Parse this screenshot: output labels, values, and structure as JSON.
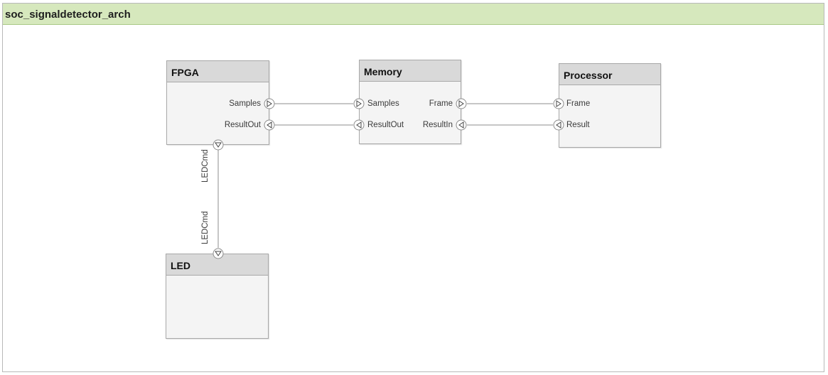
{
  "model": {
    "title": "soc_signaldetector_arch"
  },
  "components": {
    "fpga": {
      "name": "FPGA",
      "ports": {
        "samples": "Samples",
        "result_out": "ResultOut",
        "led_cmd": "LEDCmd"
      }
    },
    "memory": {
      "name": "Memory",
      "ports": {
        "samples": "Samples",
        "result_out": "ResultOut",
        "frame": "Frame",
        "result_in": "ResultIn"
      }
    },
    "processor": {
      "name": "Processor",
      "ports": {
        "frame": "Frame",
        "result": "Result"
      }
    },
    "led": {
      "name": "LED",
      "ports": {
        "led_cmd": "LEDCmd"
      }
    }
  },
  "colors": {
    "title_bar": "#d6e8bd",
    "component_header": "#d9d9d9",
    "component_body": "#f4f4f4",
    "wire": "#8c8c8c"
  }
}
